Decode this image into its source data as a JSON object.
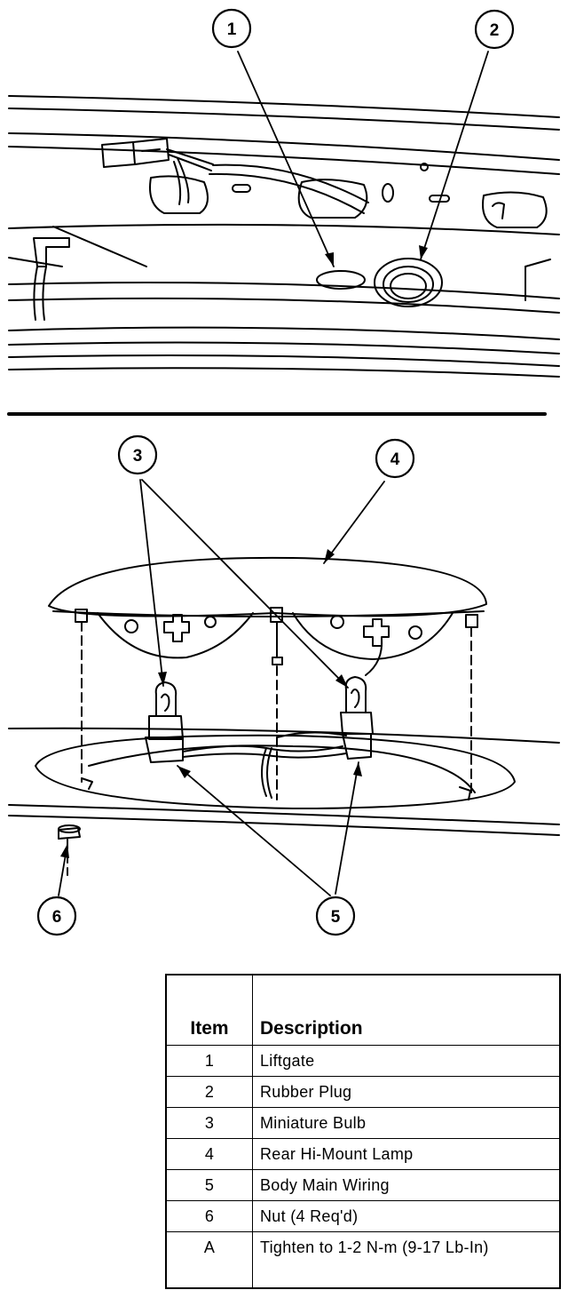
{
  "callouts": [
    "1",
    "2",
    "3",
    "4",
    "5",
    "6"
  ],
  "table": {
    "header_item": "Item",
    "header_description": "Description",
    "rows": [
      {
        "item": "1",
        "description": "Liftgate"
      },
      {
        "item": "2",
        "description": "Rubber Plug"
      },
      {
        "item": "3",
        "description": "Miniature Bulb"
      },
      {
        "item": "4",
        "description": "Rear Hi-Mount Lamp"
      },
      {
        "item": "5",
        "description": "Body Main Wiring"
      },
      {
        "item": "6",
        "description": "Nut (4 Req'd)"
      },
      {
        "item": "A",
        "description": "Tighten to 1-2 N-m (9-17 Lb-In)"
      }
    ]
  }
}
